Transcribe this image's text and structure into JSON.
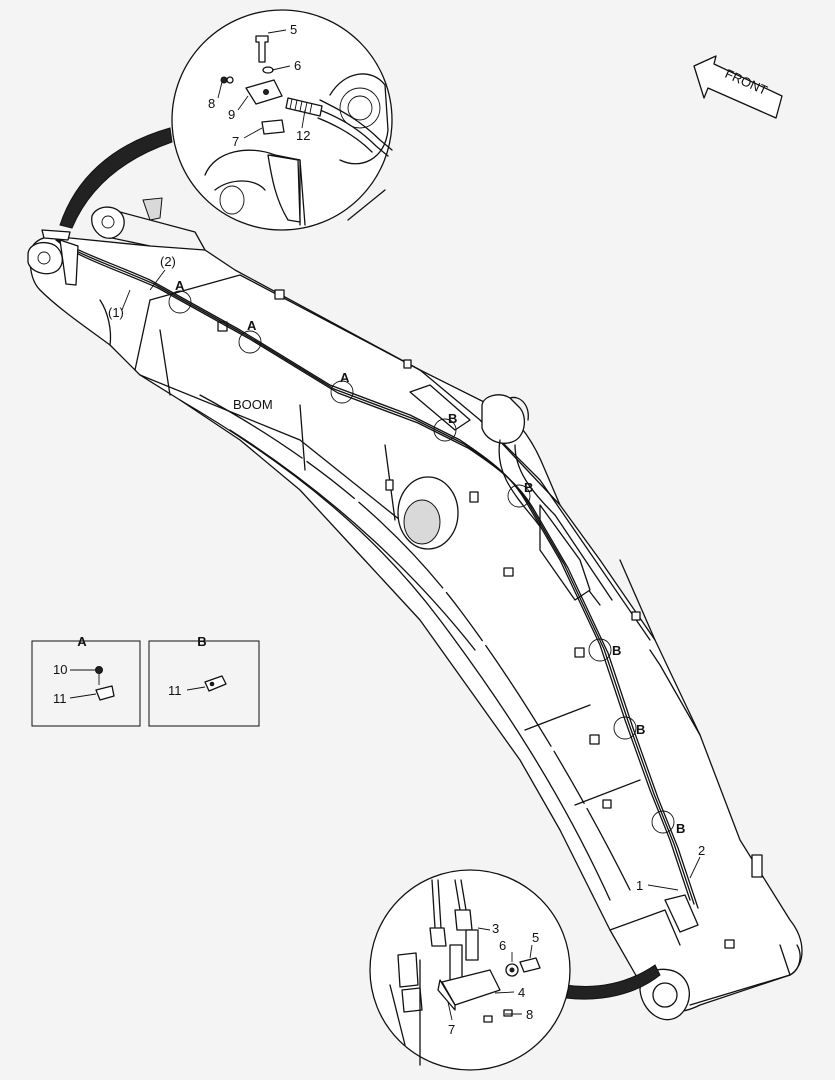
{
  "diagram": {
    "boom_label": "BOOM",
    "front_arrow_label": "FRONT",
    "callouts": {
      "p1": "(1)",
      "p2": "(2)",
      "a": "A",
      "b": "B",
      "n1": "1",
      "n2": "2",
      "n3": "3",
      "n4": "4",
      "n5": "5",
      "n6": "6",
      "n7": "7",
      "n8": "8",
      "n9": "9",
      "n10": "10",
      "n11": "11",
      "n12": "12"
    },
    "detail_a": {
      "title": "A",
      "parts": [
        "10",
        "11"
      ]
    },
    "detail_b": {
      "title": "B",
      "parts": [
        "11"
      ]
    }
  }
}
